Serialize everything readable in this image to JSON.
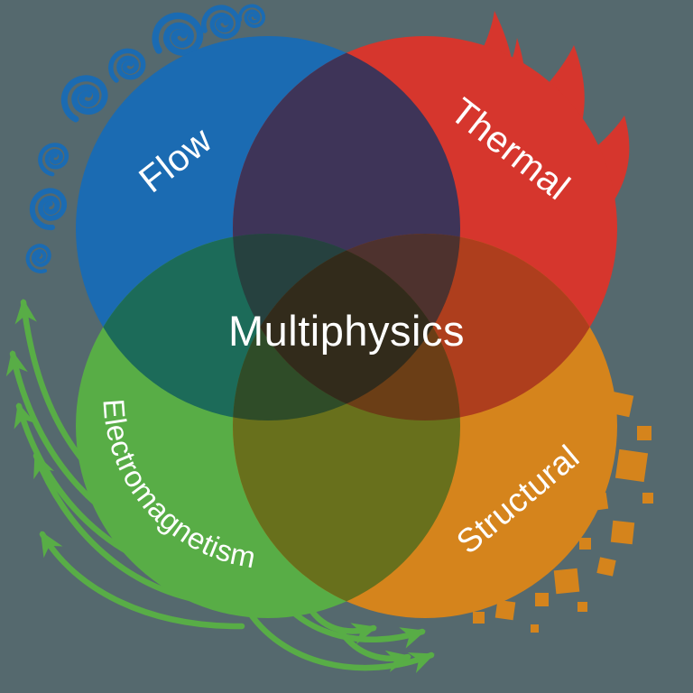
{
  "diagram": {
    "title": {
      "text": "Multiphysics",
      "color": "#FFFFFF"
    },
    "background_color": "#55696E",
    "label_color": "#FFFFFF",
    "regions": [
      {
        "id": "flow",
        "label": "Flow",
        "color": "#1B6BB2"
      },
      {
        "id": "thermal",
        "label": "Thermal",
        "color": "#D6362D"
      },
      {
        "id": "electromagnetism",
        "label": "Electromagnetism",
        "color": "#58AD46"
      },
      {
        "id": "structural",
        "label": "Structural",
        "color": "#D5841C"
      }
    ],
    "overlaps": {
      "flow_thermal": "#3E3458",
      "flow_electromagnetism": "#1C6B59",
      "thermal_structural": "#AE3E1D",
      "electromagnetism_structural": "#68701C",
      "flow_thermal_electromagnetism": "#26413F",
      "flow_thermal_structural": "#4E322E",
      "flow_electromagnetism_structural": "#2F4C28",
      "thermal_electromagnetism_structural": "#6B3E16",
      "center": "#322B1B"
    },
    "decorations": {
      "flow": {
        "icon": "swirl-curl-icon",
        "color": "#1B6BB2"
      },
      "thermal": {
        "icon": "flame-icon",
        "color": "#D6362D"
      },
      "electromagnetism": {
        "icon": "field-line-arrow-icon",
        "color": "#58AD46"
      },
      "structural": {
        "icon": "square-fragment-icon",
        "color": "#D5841C"
      }
    }
  }
}
